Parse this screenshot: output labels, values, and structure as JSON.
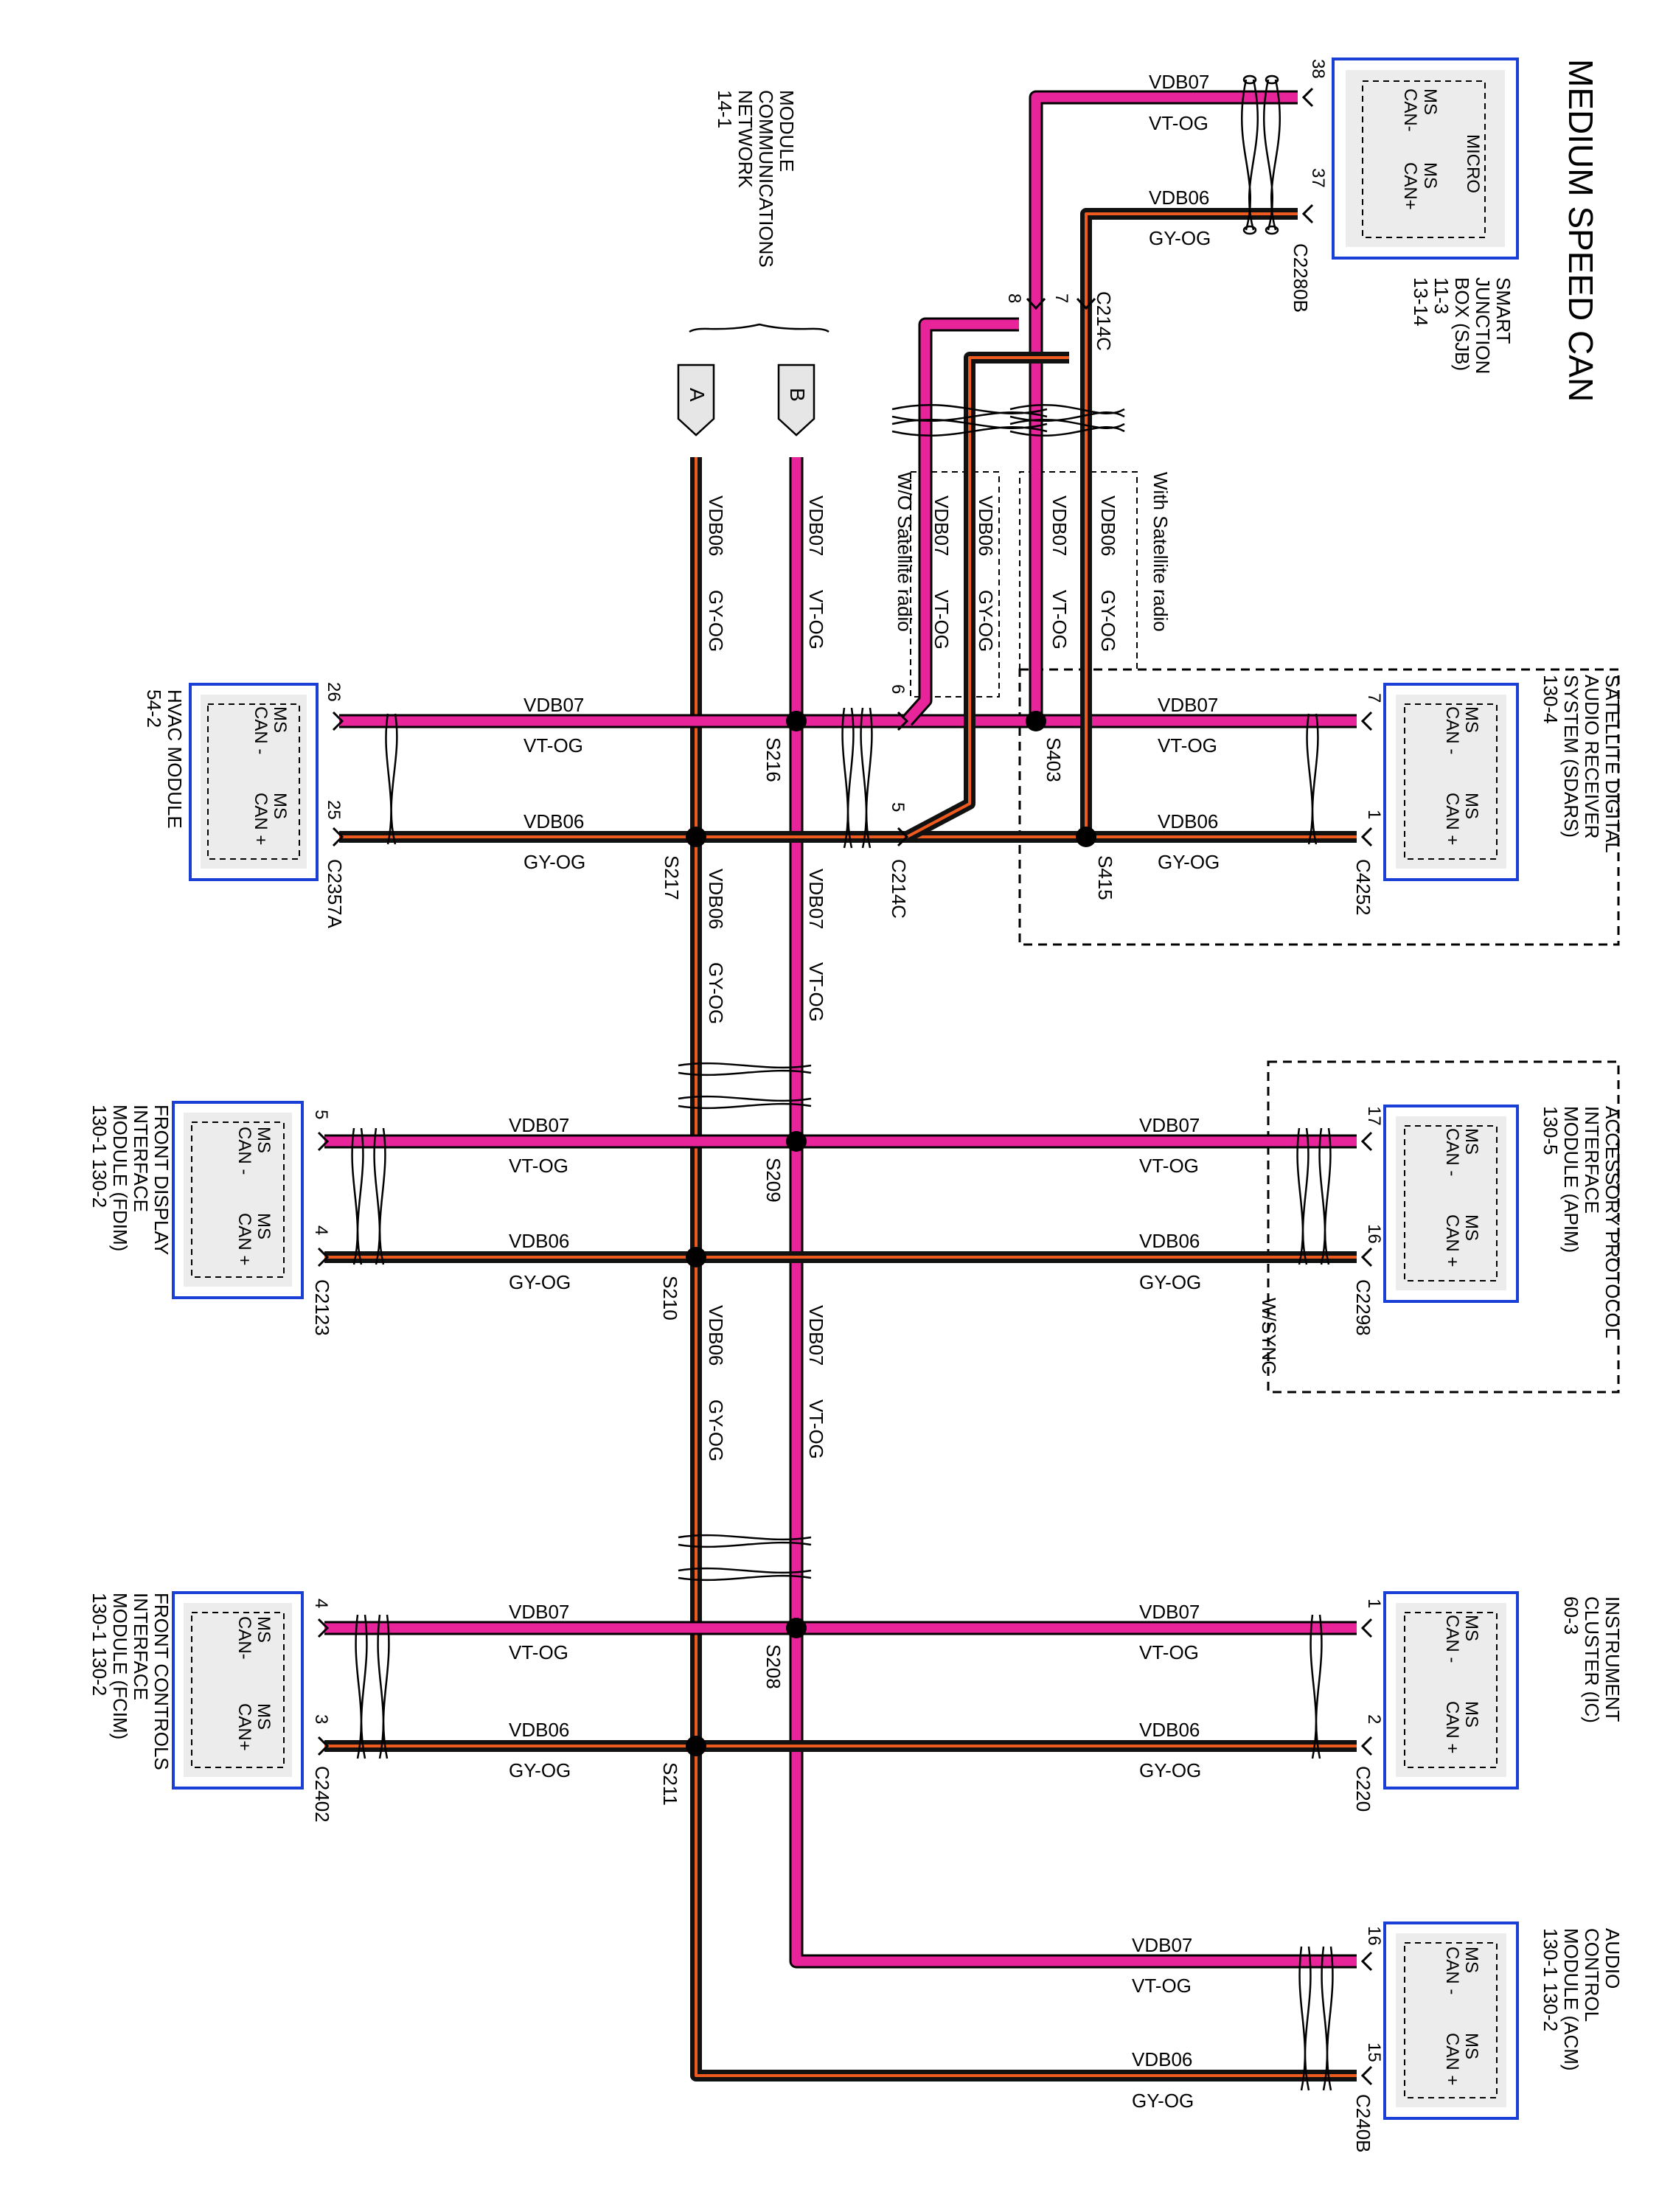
{
  "title": "MEDIUM SPEED CAN",
  "wires": {
    "vdb07": "VDB07",
    "vdb06": "VDB06",
    "vt_og": "VT-OG",
    "gy_og": "GY-OG"
  },
  "colors": {
    "can_high_wire": "#e8249b",
    "can_low_wire": "#111111",
    "stripe": "#ef5a1f",
    "module_border": "#1a3fd6"
  },
  "network_ref": {
    "line1": "MODULE",
    "line2": "COMMUNICATIONS",
    "line3": "NETWORK",
    "line4": "14-1",
    "tag_a": "A",
    "tag_b": "B"
  },
  "pins": {
    "ms_can_minus_1": "MS",
    "ms_can_minus_2": "CAN -",
    "ms_can_plus_1": "MS",
    "ms_can_plus_2": "CAN +",
    "micro": "MICRO"
  },
  "modules": {
    "sjb": {
      "l1": "SMART",
      "l2": "JUNCTION",
      "l3": "BOX (SJB)",
      "l4": "11-3",
      "l5": "13-14",
      "connector": "C2280B",
      "pin_minus": "38",
      "pin_plus": "37",
      "can_minus": "CAN-",
      "can_plus": "CAN+"
    },
    "sdars": {
      "l1": "SATELLITE DIGITAL",
      "l2": "AUDIO RECEIVER",
      "l3": "SYSTEM (SDARS)",
      "l4": "130-4",
      "connector": "C4252",
      "pin_minus": "7",
      "pin_plus": "1"
    },
    "hvac": {
      "l1": "HVAC MODULE",
      "l2": "54-2",
      "connector": "C2357A",
      "pin_minus": "26",
      "pin_plus": "25"
    },
    "apim": {
      "l1": "ACCESSORY PROTOCOL",
      "l2": "INTERFACE",
      "l3": "MODULE (APIM)",
      "l4": "130-5",
      "connector": "C2298",
      "pin_minus": "17",
      "pin_plus": "16",
      "option": "W/SYNC"
    },
    "fdim": {
      "l1": "FRONT DISPLAY",
      "l2": "INTERFACE",
      "l3": "MODULE (FDIM)",
      "l4": "130-1   130-2",
      "connector": "C2123",
      "pin_minus": "5",
      "pin_plus": "4"
    },
    "ic": {
      "l1": "INSTRUMENT",
      "l2": "CLUSTER (IC)",
      "l3": "60-3",
      "connector": "C220",
      "pin_minus": "1",
      "pin_plus": "2"
    },
    "fcim": {
      "l1": "FRONT CONTROLS",
      "l2": "INTERFACE",
      "l3": "MODULE (FCIM)",
      "l4": "130-1   130-2",
      "connector": "C2402",
      "pin_minus": "4",
      "pin_plus": "3",
      "can_minus": "CAN-",
      "can_plus": "CAN+"
    },
    "acm": {
      "l1": "AUDIO",
      "l2": "CONTROL",
      "l3": "MODULE (ACM)",
      "l4": "130-1   130-2",
      "connector": "C240B",
      "pin_minus": "16",
      "pin_plus": "15"
    }
  },
  "c214c": {
    "name": "C214C",
    "pin8": "8",
    "pin7": "7",
    "pin6": "6",
    "pin5": "5"
  },
  "options": {
    "with_sat": "With Satellite radio",
    "wo_sat": "W/O Satellite radio"
  },
  "splices": {
    "s216": "S216",
    "s217": "S217",
    "s403": "S403",
    "s415": "S415",
    "s209": "S209",
    "s210": "S210",
    "s208": "S208",
    "s211": "S211"
  }
}
